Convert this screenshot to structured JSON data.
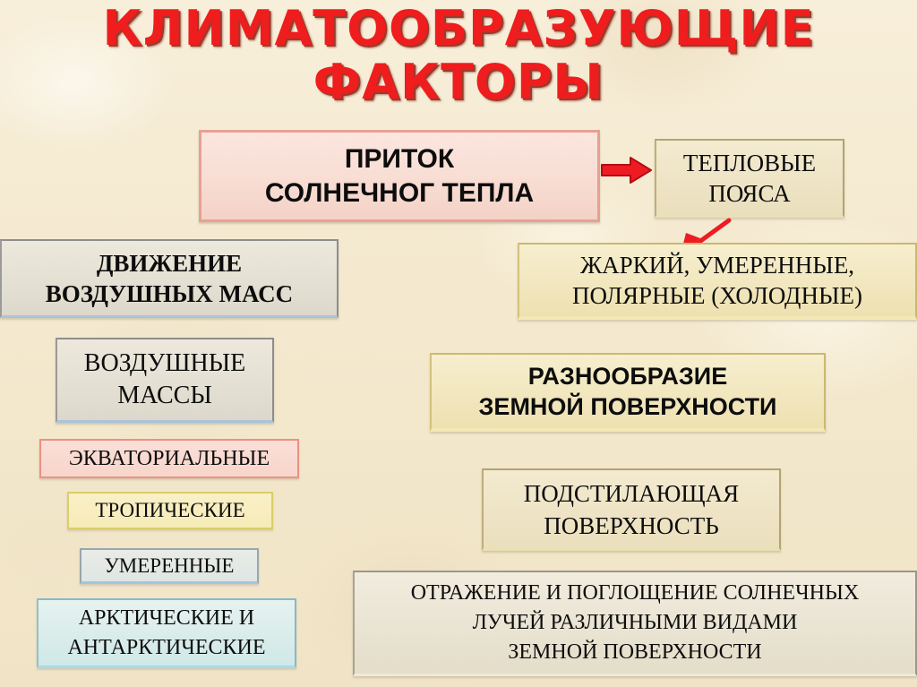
{
  "slide": {
    "title": "КЛИМАТООБРАЗУЮЩИЕ\nФАКТОРЫ",
    "background_color": "#f5ebd4",
    "title_color": "#ef1d1d"
  },
  "boxes": {
    "solar_inflow": {
      "text": "ПРИТОК\nСОЛНЕЧНОГ ТЕПЛА",
      "fill": "#f8ddd3",
      "border": "#e6a193"
    },
    "heat_belts": {
      "text": "ТЕПЛОВЫЕ\nПОЯСА",
      "fill": "#eee3c4",
      "border": "#b2a472"
    },
    "air_mass_movement": {
      "text": "ДВИЖЕНИЕ\nВОЗДУШНЫХ МАСС",
      "fill": "#e3dfd2",
      "border": "#8d8d8d"
    },
    "belt_types": {
      "text": "ЖАРКИЙ, УМЕРЕННЫЕ,\nПОЛЯРНЫЕ (ХОЛОДНЫЕ)",
      "fill": "#f1e6bd",
      "border": "#c9b970"
    },
    "air_masses": {
      "text": "ВОЗДУШНЫЕ\nМАССЫ",
      "fill": "#e3dfd2",
      "border": "#8d8d8d"
    },
    "surface_diversity": {
      "text": "РАЗНООБРАЗИЕ\nЗЕМНОЙ ПОВЕРХНОСТИ",
      "fill": "#f1e6bd",
      "border": "#c9b970"
    },
    "equatorial": {
      "text": "ЭКВАТОРИАЛЬНЫЕ",
      "fill": "#f7d5cb",
      "border": "#ea9282"
    },
    "underlying_surface": {
      "text": "ПОДСТИЛАЮЩАЯ\nПОВЕРХНОСТЬ",
      "fill": "#eee3c4",
      "border": "#b2a472"
    },
    "tropical": {
      "text": "ТРОПИЧЕСКИЕ",
      "fill": "#f6ebb6",
      "border": "#dbcd6a"
    },
    "temperate": {
      "text": "УМЕРЕННЫЕ",
      "fill": "#dfe6e4",
      "border": "#9aa6ac"
    },
    "reflection_absorption": {
      "text": "ОТРАЖЕНИЕ И ПОГЛОЩЕНИЕ СОЛНЕЧНЫХ\nЛУЧЕЙ РАЗЛИЧНЫМИ ВИДАМИ\nЗЕМНОЙ ПОВЕРХНОСТИ",
      "fill": "#e9e3d2",
      "border": "#9d978a"
    },
    "arctic_antarctic": {
      "text": "АРКТИЧЕСКИЕ И\nАНТАРКТИЧЕСКИЕ",
      "fill": "#d9ecea",
      "border": "#89b8c4"
    }
  },
  "arrows": {
    "solar_to_belts": {
      "direction": "right",
      "color": "#ee1c22"
    },
    "belts_to_types": {
      "direction": "down-left",
      "color": "#ee1c22"
    }
  }
}
